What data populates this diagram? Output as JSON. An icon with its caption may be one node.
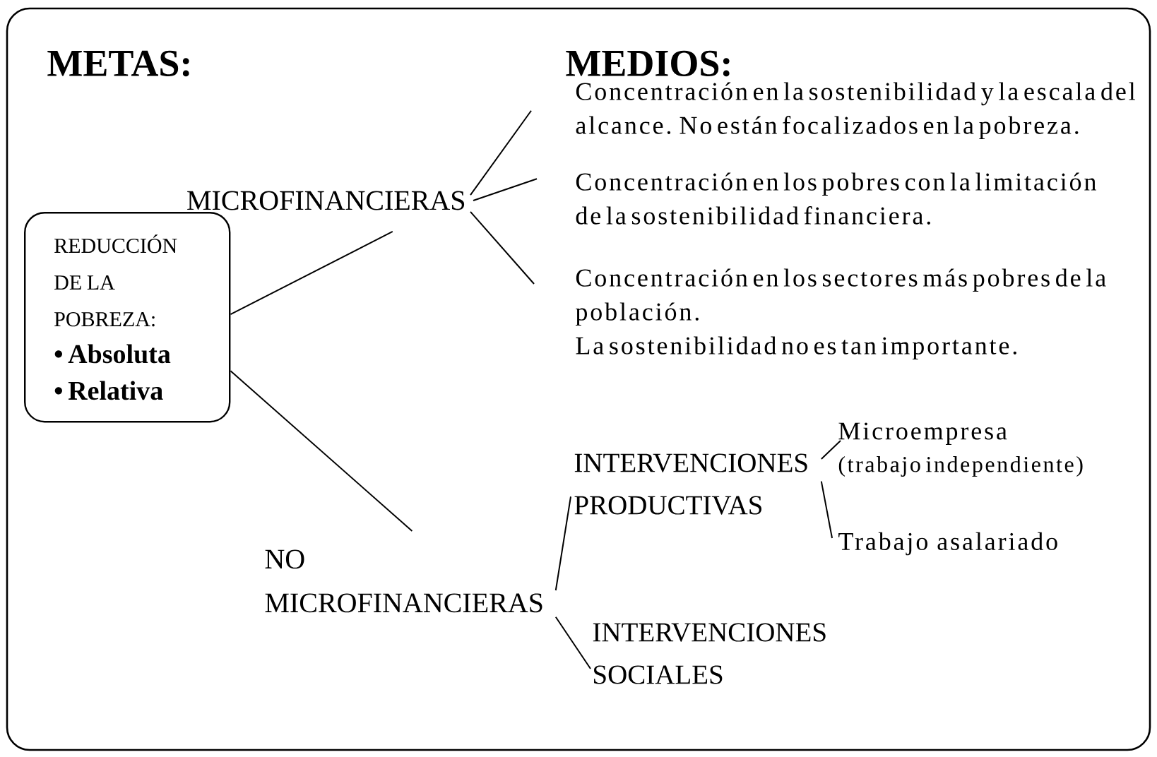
{
  "diagram": {
    "nodes": [
      {
        "text": [
          "REDUCCIÓN DE LA POBREZA:",
          "• Absoluta",
          "• Relativa"
        ]
      },
      {
        "text": [
          "MICROFINANCIERAS"
        ]
      },
      {
        "text": [
          "NO MICROFINANCIERAS"
        ]
      },
      {
        "text": [
          "Concentración en la sostenibilidad y la escala del alcance. No están focalizados en la pobreza."
        ]
      },
      {
        "text": [
          "Concentración en los pobres con la limitación de la sostenibilidad financiera."
        ]
      },
      {
        "text": [
          "Concentración en los sectores más pobres de la población.",
          "La sostenibilidad no es tan importante."
        ]
      },
      {
        "text": [
          "INTERVENCIONES PRODUCTIVAS"
        ]
      },
      {
        "text": [
          "INTERVENCIONES SOCIALES"
        ]
      },
      {
        "text": [
          "Microempresa",
          "(trabajo independiente)"
        ]
      },
      {
        "text": [
          "Trabajo asalariado"
        ]
      }
    ],
    "edges": [
      {
        "from": 0,
        "to": 1,
        "arrow": "none"
      },
      {
        "from": 0,
        "to": 2,
        "arrow": "none"
      },
      {
        "from": 1,
        "to": 3,
        "arrow": "none"
      },
      {
        "from": 1,
        "to": 4,
        "arrow": "none"
      },
      {
        "from": 1,
        "to": 5,
        "arrow": "none"
      },
      {
        "from": 2,
        "to": 6,
        "arrow": "none"
      },
      {
        "from": 2,
        "to": 7,
        "arrow": "none"
      },
      {
        "from": 6,
        "to": 8,
        "arrow": "none"
      },
      {
        "from": 6,
        "to": 9,
        "arrow": "none"
      }
    ],
    "labels": [
      "METAS:",
      "MEDIOS:"
    ]
  }
}
